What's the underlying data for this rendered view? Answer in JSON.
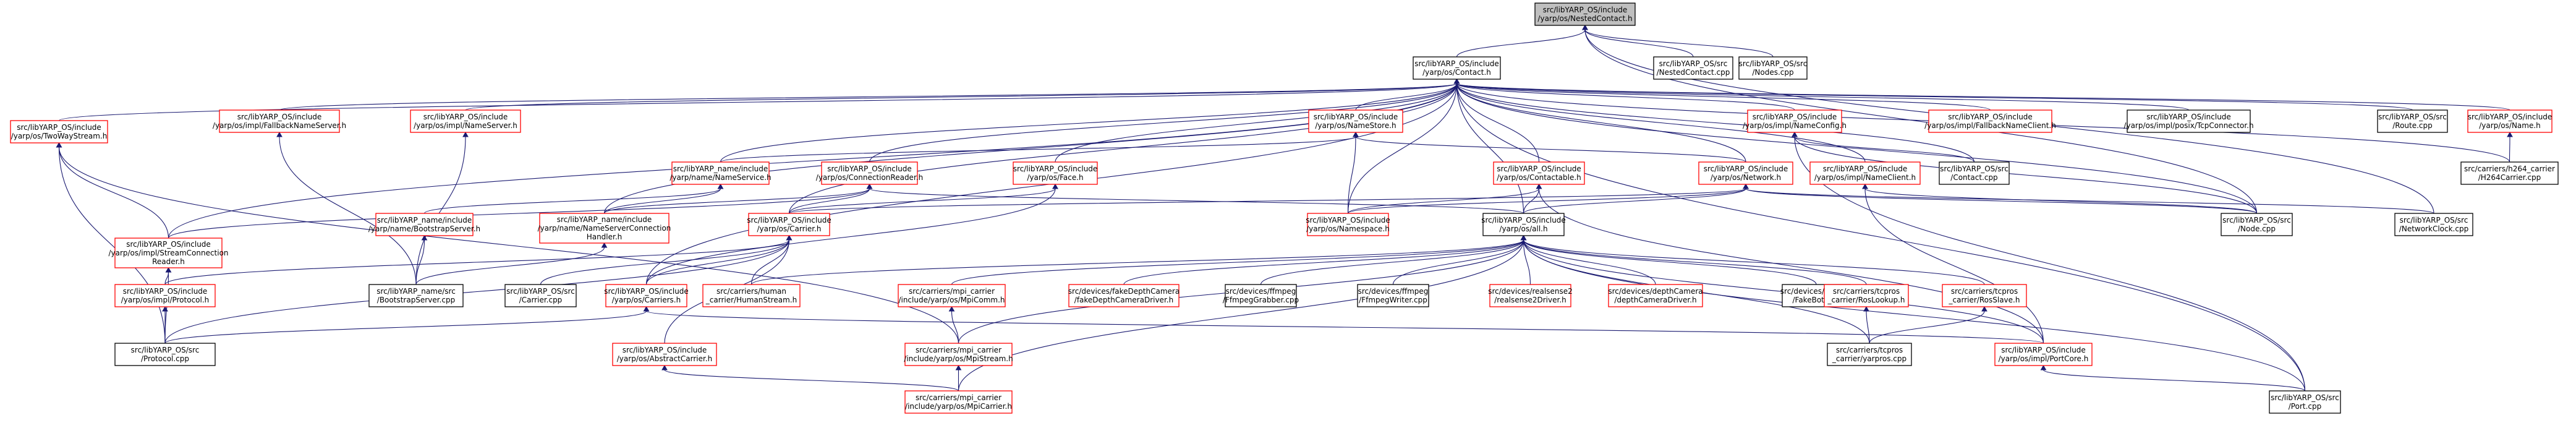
{
  "colors": {
    "edge": "#191970",
    "box_normal": "#000000",
    "box_red": "#ff0000",
    "box_root_fill": "#bfbfbf",
    "background": "#ffffff"
  },
  "nodes": [
    {
      "id": "root",
      "lines": [
        "src/libYARP_OS/include",
        "/yarp/os/NestedContact.h"
      ],
      "style": "root"
    },
    {
      "id": "nestedcpp",
      "lines": [
        "src/libYARP_OS/src",
        "/NestedContact.cpp"
      ],
      "style": "normal"
    },
    {
      "id": "nodescpp",
      "lines": [
        "src/libYARP_OS/src",
        "/Nodes.cpp"
      ],
      "style": "normal"
    },
    {
      "id": "contact",
      "lines": [
        "src/libYARP_OS/include",
        "/yarp/os/Contact.h"
      ],
      "style": "normal"
    },
    {
      "id": "twoway",
      "lines": [
        "src/libYARP_OS/include",
        "/yarp/os/TwoWayStream.h"
      ],
      "style": "red"
    },
    {
      "id": "fallbackns",
      "lines": [
        "src/libYARP_OS/include",
        "/yarp/os/impl/FallbackNameServer.h"
      ],
      "style": "red"
    },
    {
      "id": "nameserver",
      "lines": [
        "src/libYARP_OS/include",
        "/yarp/os/impl/NameServer.h"
      ],
      "style": "red"
    },
    {
      "id": "namestore",
      "lines": [
        "src/libYARP_OS/include",
        "/yarp/os/NameStore.h"
      ],
      "style": "red"
    },
    {
      "id": "nameconfig",
      "lines": [
        "src/libYARP_OS/include",
        "/yarp/os/impl/NameConfig.h"
      ],
      "style": "red"
    },
    {
      "id": "fallbacknc",
      "lines": [
        "src/libYARP_OS/include",
        "/yarp/os/impl/FallbackNameClient.h"
      ],
      "style": "red"
    },
    {
      "id": "tcpconn",
      "lines": [
        "src/libYARP_OS/include",
        "/yarp/os/impl/posix/TcpConnector.h"
      ],
      "style": "normal"
    },
    {
      "id": "routecpp",
      "lines": [
        "src/libYARP_OS/src",
        "/Route.cpp"
      ],
      "style": "normal"
    },
    {
      "id": "nameh",
      "lines": [
        "src/libYARP_OS/include",
        "/yarp/os/Name.h"
      ],
      "style": "red"
    },
    {
      "id": "nameservice",
      "lines": [
        "src/libYARP_name/include",
        "/yarp/name/NameService.h"
      ],
      "style": "red"
    },
    {
      "id": "connreader",
      "lines": [
        "src/libYARP_OS/include",
        "/yarp/os/ConnectionReader.h"
      ],
      "style": "red"
    },
    {
      "id": "faceh",
      "lines": [
        "src/libYARP_OS/include",
        "/yarp/os/Face.h"
      ],
      "style": "red"
    },
    {
      "id": "contactable",
      "lines": [
        "src/libYARP_OS/include",
        "/yarp/os/Contactable.h"
      ],
      "style": "red"
    },
    {
      "id": "network",
      "lines": [
        "src/libYARP_OS/include",
        "/yarp/os/Network.h"
      ],
      "style": "red"
    },
    {
      "id": "nameclient",
      "lines": [
        "src/libYARP_OS/include",
        "/yarp/os/impl/NameClient.h"
      ],
      "style": "red"
    },
    {
      "id": "contactcpp",
      "lines": [
        "src/libYARP_OS/src",
        "/Contact.cpp"
      ],
      "style": "normal"
    },
    {
      "id": "h264",
      "lines": [
        "src/carriers/h264_carrier",
        "/H264Carrier.cpp"
      ],
      "style": "normal"
    },
    {
      "id": "streamconn",
      "lines": [
        "src/libYARP_OS/include",
        "/yarp/os/impl/StreamConnection",
        "Reader.h"
      ],
      "style": "red"
    },
    {
      "id": "bootstrap",
      "lines": [
        "src/libYARP_name/include",
        "/yarp/name/BootstrapServer.h"
      ],
      "style": "red"
    },
    {
      "id": "nsconnhandler",
      "lines": [
        "src/libYARP_name/include",
        "/yarp/name/NameServerConnection",
        "Handler.h"
      ],
      "style": "red"
    },
    {
      "id": "carrier",
      "lines": [
        "src/libYARP_OS/include",
        "/yarp/os/Carrier.h"
      ],
      "style": "red"
    },
    {
      "id": "nameorspace",
      "lines": [
        "src/libYARP_OS/include",
        "/yarp/os/Namespace.h"
      ],
      "style": "red"
    },
    {
      "id": "allh",
      "lines": [
        "src/libYARP_OS/include",
        "/yarp/os/all.h"
      ],
      "style": "normal"
    },
    {
      "id": "nodecpp",
      "lines": [
        "src/libYARP_OS/src",
        "/Node.cpp"
      ],
      "style": "normal"
    },
    {
      "id": "netclock",
      "lines": [
        "src/libYARP_OS/src",
        "/NetworkClock.cpp"
      ],
      "style": "normal"
    },
    {
      "id": "protocolh",
      "lines": [
        "src/libYARP_OS/include",
        "/yarp/os/impl/Protocol.h"
      ],
      "style": "red"
    },
    {
      "id": "bootstrapcpp",
      "lines": [
        "src/libYARP_name/src",
        "/BootstrapServer.cpp"
      ],
      "style": "normal"
    },
    {
      "id": "carriercpp",
      "lines": [
        "src/libYARP_OS/src",
        "/Carrier.cpp"
      ],
      "style": "normal"
    },
    {
      "id": "carriersh",
      "lines": [
        "src/libYARP_OS/include",
        "/yarp/os/Carriers.h"
      ],
      "style": "red"
    },
    {
      "id": "humanstream",
      "lines": [
        "src/carriers/human",
        "_carrier/HumanStream.h"
      ],
      "style": "red"
    },
    {
      "id": "mpicomm",
      "lines": [
        "src/carriers/mpi_carrier",
        "/include/yarp/os/MpiComm.h"
      ],
      "style": "red"
    },
    {
      "id": "fakedepth",
      "lines": [
        "src/devices/fakeDepthCamera",
        "/fakeDepthCameraDriver.h"
      ],
      "style": "red"
    },
    {
      "id": "ffgrab",
      "lines": [
        "src/devices/ffmpeg",
        "/FfmpegGrabber.cpp"
      ],
      "style": "normal"
    },
    {
      "id": "ffwrite",
      "lines": [
        "src/devices/ffmpeg",
        "/FfmpegWriter.cpp"
      ],
      "style": "normal"
    },
    {
      "id": "realsense",
      "lines": [
        "src/devices/realsense2",
        "/realsense2Driver.h"
      ],
      "style": "red"
    },
    {
      "id": "depthcam",
      "lines": [
        "src/devices/depthCamera",
        "/depthCameraDriver.h"
      ],
      "style": "red"
    },
    {
      "id": "fakebot",
      "lines": [
        "src/devices/fakebot",
        "/FakeBot.cpp"
      ],
      "style": "normal"
    },
    {
      "id": "roslookup",
      "lines": [
        "src/carriers/tcpros",
        "_carrier/RosLookup.h"
      ],
      "style": "red"
    },
    {
      "id": "rosslave",
      "lines": [
        "src/carriers/tcpros",
        "_carrier/RosSlave.h"
      ],
      "style": "red"
    },
    {
      "id": "protocolcpp",
      "lines": [
        "src/libYARP_OS/src",
        "/Protocol.cpp"
      ],
      "style": "normal"
    },
    {
      "id": "abstractcarrier",
      "lines": [
        "src/libYARP_OS/include",
        "/yarp/os/AbstractCarrier.h"
      ],
      "style": "red"
    },
    {
      "id": "mpistream",
      "lines": [
        "src/carriers/mpi_carrier",
        "/include/yarp/os/MpiStream.h"
      ],
      "style": "red"
    },
    {
      "id": "yarproscpp",
      "lines": [
        "src/carriers/tcpros",
        "_carrier/yarpros.cpp"
      ],
      "style": "normal"
    },
    {
      "id": "portcore",
      "lines": [
        "src/libYARP_OS/include",
        "/yarp/os/impl/PortCore.h"
      ],
      "style": "red"
    },
    {
      "id": "mpicarrier",
      "lines": [
        "src/carriers/mpi_carrier",
        "/include/yarp/os/MpiCarrier.h"
      ],
      "style": "red"
    },
    {
      "id": "portcpp",
      "lines": [
        "src/libYARP_OS/src",
        "/Port.cpp"
      ],
      "style": "normal"
    }
  ]
}
